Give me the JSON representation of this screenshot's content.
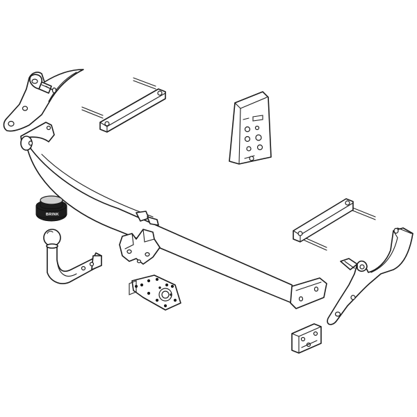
{
  "diagram": {
    "parts": [
      {
        "id": "left-vehicle-bracket",
        "name": "left-vehicle-bracket"
      },
      {
        "id": "left-mounting-plate",
        "name": "left-mounting-plate"
      },
      {
        "id": "hardware-bag",
        "name": "hardware-bag"
      },
      {
        "id": "crossbar",
        "name": "crossbar"
      },
      {
        "id": "connector-cap",
        "name": "connector-cap"
      },
      {
        "id": "tow-ball-neck",
        "name": "tow-ball-neck"
      },
      {
        "id": "socket-plate",
        "name": "socket-plate"
      },
      {
        "id": "right-mounting-plate",
        "name": "right-mounting-plate"
      },
      {
        "id": "right-vehicle-bracket",
        "name": "right-vehicle-bracket"
      },
      {
        "id": "spacer-plate",
        "name": "spacer-plate"
      }
    ],
    "brand_label": "BRINK"
  }
}
